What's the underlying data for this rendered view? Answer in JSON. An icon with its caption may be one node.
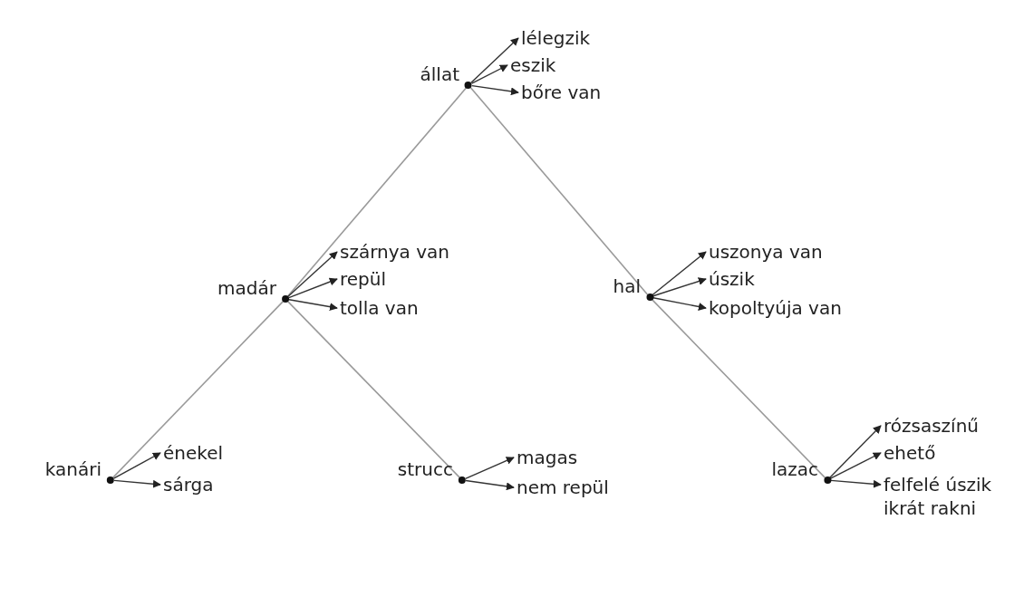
{
  "diagram": {
    "nodes": [
      {
        "text": [
          "állat"
        ]
      },
      {
        "text": [
          "lélegzik"
        ]
      },
      {
        "text": [
          "eszik"
        ]
      },
      {
        "text": [
          "bőre van"
        ]
      },
      {
        "text": [
          "madár"
        ]
      },
      {
        "text": [
          "szárnya van"
        ]
      },
      {
        "text": [
          "repül"
        ]
      },
      {
        "text": [
          "tolla van"
        ]
      },
      {
        "text": [
          "hal"
        ]
      },
      {
        "text": [
          "uszonya van"
        ]
      },
      {
        "text": [
          "úszik"
        ]
      },
      {
        "text": [
          "kopoltyúja van"
        ]
      },
      {
        "text": [
          "kanári"
        ]
      },
      {
        "text": [
          "énekel"
        ]
      },
      {
        "text": [
          "sárga"
        ]
      },
      {
        "text": [
          "strucc"
        ]
      },
      {
        "text": [
          "magas"
        ]
      },
      {
        "text": [
          "nem repül"
        ]
      },
      {
        "text": [
          "lazac"
        ]
      },
      {
        "text": [
          "rózsaszínű"
        ]
      },
      {
        "text": [
          "ehető"
        ]
      },
      {
        "text": [
          "felfelé úszik ikrát rakni"
        ]
      }
    ],
    "edges": [
      {
        "from": 0,
        "to": 1,
        "arrow": "to"
      },
      {
        "from": 0,
        "to": 2,
        "arrow": "to"
      },
      {
        "from": 0,
        "to": 3,
        "arrow": "to"
      },
      {
        "from": 0,
        "to": 4,
        "arrow": "none",
        "color": "#9a9a9a"
      },
      {
        "from": 0,
        "to": 8,
        "arrow": "none",
        "color": "#9a9a9a"
      },
      {
        "from": 4,
        "to": 5,
        "arrow": "to"
      },
      {
        "from": 4,
        "to": 6,
        "arrow": "to"
      },
      {
        "from": 4,
        "to": 7,
        "arrow": "to"
      },
      {
        "from": 8,
        "to": 9,
        "arrow": "to"
      },
      {
        "from": 8,
        "to": 10,
        "arrow": "to"
      },
      {
        "from": 8,
        "to": 11,
        "arrow": "to"
      },
      {
        "from": 4,
        "to": 12,
        "arrow": "none",
        "color": "#9a9a9a"
      },
      {
        "from": 4,
        "to": 15,
        "arrow": "none",
        "color": "#9a9a9a"
      },
      {
        "from": 8,
        "to": 18,
        "arrow": "none",
        "color": "#9a9a9a"
      },
      {
        "from": 12,
        "to": 13,
        "arrow": "to"
      },
      {
        "from": 12,
        "to": 14,
        "arrow": "to"
      },
      {
        "from": 15,
        "to": 16,
        "arrow": "to"
      },
      {
        "from": 15,
        "to": 17,
        "arrow": "to"
      },
      {
        "from": 18,
        "to": 19,
        "arrow": "to"
      },
      {
        "from": 18,
        "to": 20,
        "arrow": "to"
      },
      {
        "from": 18,
        "to": 21,
        "arrow": "to"
      }
    ]
  }
}
